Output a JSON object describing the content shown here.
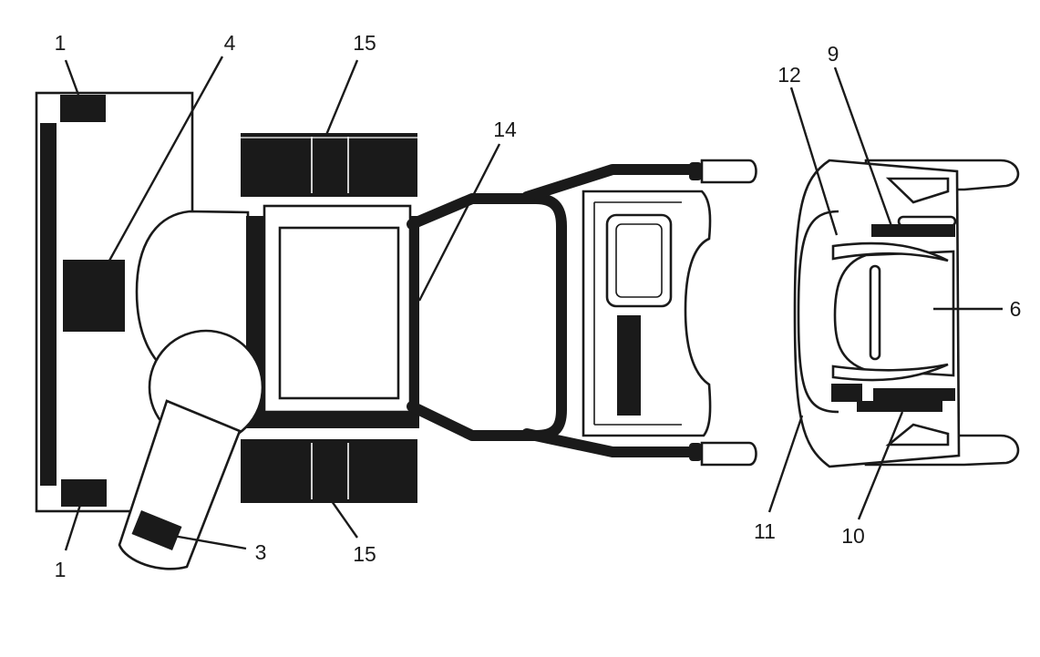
{
  "callouts": [
    {
      "id": "num-1-top",
      "text": "1"
    },
    {
      "id": "num-4",
      "text": "4"
    },
    {
      "id": "num-15-top",
      "text": "15"
    },
    {
      "id": "num-14",
      "text": "14"
    },
    {
      "id": "num-12",
      "text": "12"
    },
    {
      "id": "num-9",
      "text": "9"
    },
    {
      "id": "num-6",
      "text": "6"
    },
    {
      "id": "num-3",
      "text": "3"
    },
    {
      "id": "num-15-bottom",
      "text": "15"
    },
    {
      "id": "num-1-bottom",
      "text": "1"
    },
    {
      "id": "num-11",
      "text": "11"
    },
    {
      "id": "num-10",
      "text": "10"
    }
  ],
  "colors": {
    "ink": "#1a1a1a",
    "paper": "#ffffff"
  }
}
